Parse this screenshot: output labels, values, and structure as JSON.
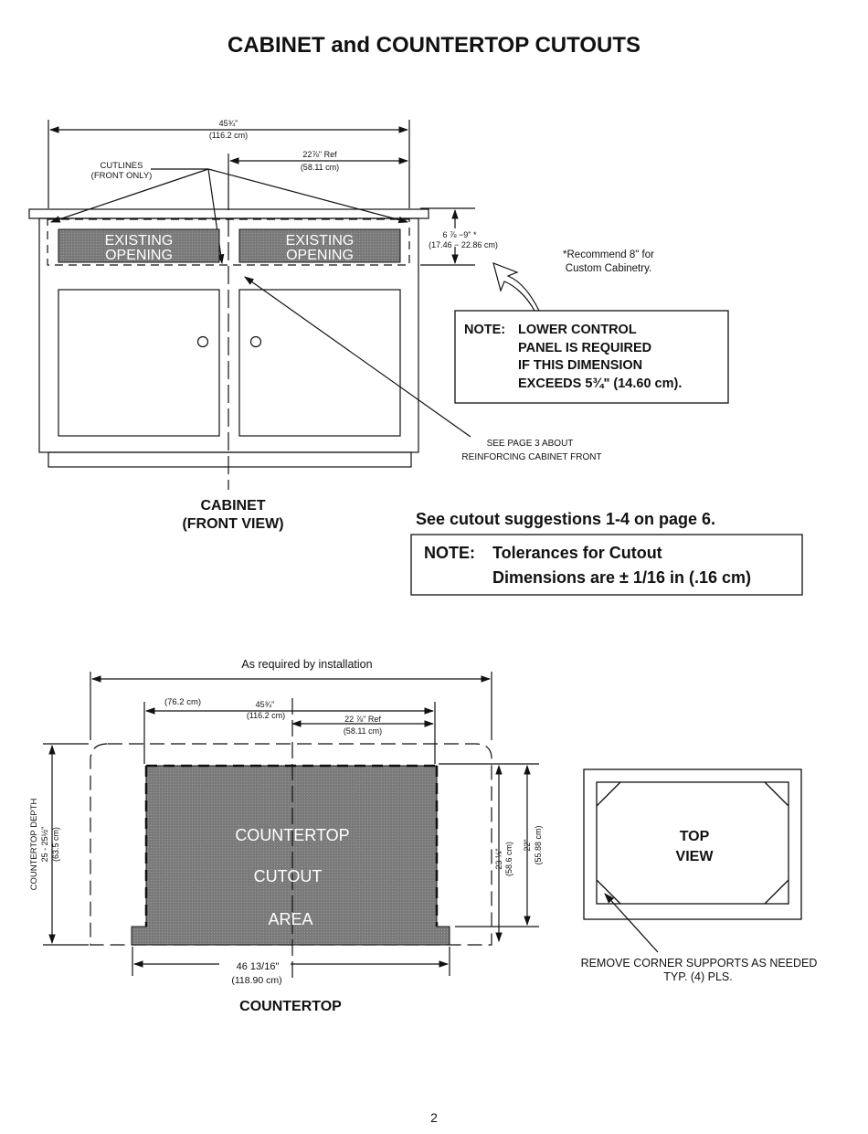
{
  "page": {
    "title": "CABINET and COUNTERTOP CUTOUTS",
    "page_number": "2"
  },
  "cabinet": {
    "dim_total": "45¾\"",
    "dim_total_cm": "(116.2 cm)",
    "dim_ref": "22⅞\" Ref",
    "dim_ref_cm": "(58.11 cm)",
    "cutlines_1": "CUTLINES",
    "cutlines_2": "(FRONT ONLY)",
    "opening_1": "EXISTING",
    "opening_2": "OPENING",
    "dim_height": "6 ⅞ −9\" *",
    "dim_height_cm": "(17.46 − 22.86 cm)",
    "recommend_1": "*Recommend 8\" for",
    "recommend_2": "Custom Cabinetry.",
    "note_label": "NOTE:",
    "note_lines": [
      "LOWER CONTROL",
      "PANEL IS REQUIRED",
      "IF THIS DIMENSION",
      "EXCEEDS 5¾\" (14.60 cm)."
    ],
    "see_page_1": "SEE PAGE 3 ABOUT",
    "see_page_2": "REINFORCING CABINET FRONT",
    "caption_1": "CABINET",
    "caption_2": "(FRONT VIEW)"
  },
  "suggestions": {
    "text": "See cutout suggestions 1-4 on page 6.",
    "note_label": "NOTE:",
    "note_line_1": "Tolerances for Cutout",
    "note_line_2": "Dimensions are ± 1/16 in (.16 cm)"
  },
  "countertop": {
    "as_required": "As required by installation",
    "dim_76": "(76.2 cm)",
    "dim_total": "45¾\"",
    "dim_total_cm": "(116.2 cm)",
    "dim_ref": "22 ⅞\" Ref",
    "dim_ref_cm": "(58.11 cm)",
    "depth_label": "COUNTERTOP DEPTH",
    "depth_value": "25 - 25½\"",
    "depth_cm": "(63.5 cm)",
    "area_1": "COUNTERTOP",
    "area_2": "CUTOUT",
    "area_3": "AREA",
    "dim_23": "23 ⅛\"",
    "dim_23_cm": "(58.6 cm)",
    "dim_22": "22\"",
    "dim_22_cm": "(55.88 cm)",
    "dim_bottom": "46 13/16\"",
    "dim_bottom_cm": "(118.90 cm)",
    "caption": "COUNTERTOP"
  },
  "top_view": {
    "label_1": "TOP",
    "label_2": "VIEW",
    "remove_1": "REMOVE CORNER SUPPORTS AS NEEDED",
    "remove_2": "TYP. (4) PLS."
  }
}
